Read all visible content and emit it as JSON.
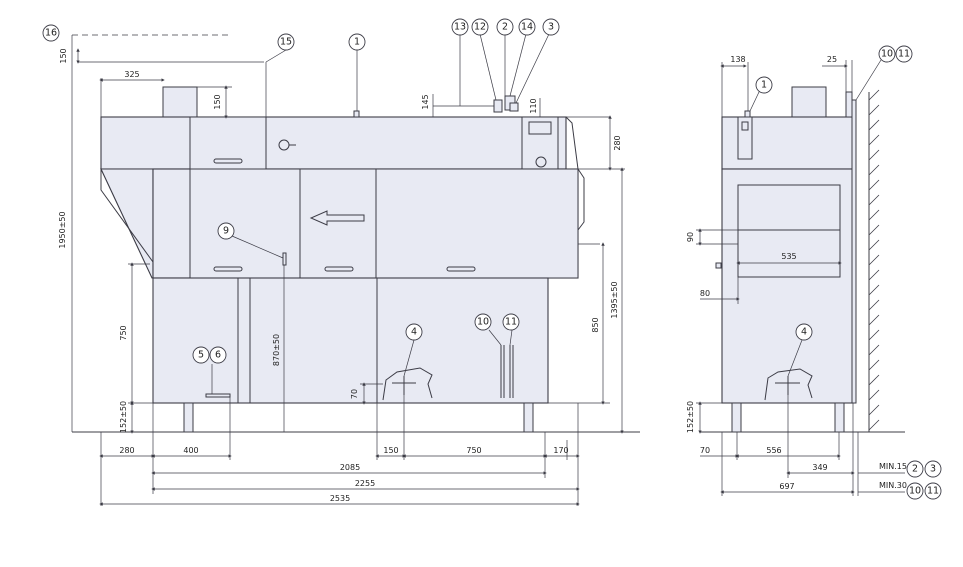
{
  "front_view": {
    "dimensions": {
      "d150_top": "150",
      "d325": "325",
      "d150_hood": "150",
      "d145": "145",
      "d110": "110",
      "d280_right": "280",
      "d1950": "1950±50",
      "d750": "750",
      "d152": "152±50",
      "d870": "870±50",
      "d70": "70",
      "d850": "850",
      "d1395": "1395±50",
      "d280_bottom": "280",
      "d400": "400",
      "d150_bottom": "150",
      "d750_bottom": "750",
      "d170": "170",
      "d2085": "2085",
      "d2255": "2255",
      "d2535": "2535"
    },
    "callouts": {
      "c16": "16",
      "c15": "15",
      "c1": "1",
      "c13": "13",
      "c12": "12",
      "c2": "2",
      "c14": "14",
      "c3": "3",
      "c9": "9",
      "c4": "4",
      "c10": "10",
      "c11": "11",
      "c5": "5",
      "c6": "6"
    }
  },
  "side_view": {
    "dimensions": {
      "d138": "138",
      "d25": "25",
      "d90": "90",
      "d535": "535",
      "d80": "80",
      "d152": "152±50",
      "d70": "70",
      "d556": "556",
      "d349": "349",
      "d697": "697",
      "min15": "MIN.15",
      "min30": "MIN.30"
    },
    "callouts": {
      "c1": "1",
      "c10": "10",
      "c11": "11",
      "c4": "4",
      "c2": "2",
      "c3": "3",
      "c10b": "10",
      "c11b": "11"
    }
  }
}
